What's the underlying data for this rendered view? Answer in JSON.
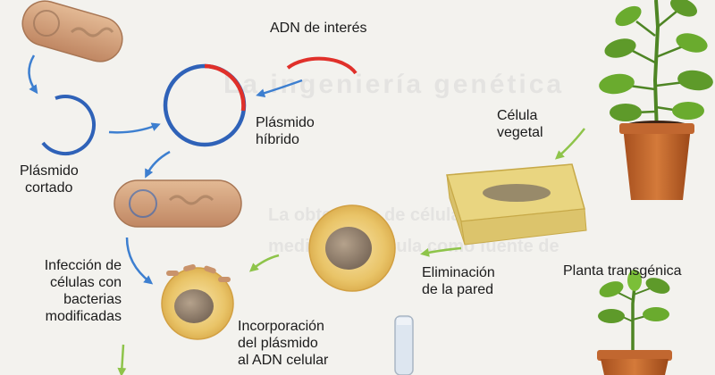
{
  "labels": {
    "adn_interes": "ADN de interés",
    "plasmido_hibrido": [
      "Plásmido",
      "híbrido"
    ],
    "plasmido_cortado": [
      "Plásmido",
      "cortado"
    ],
    "celula_vegetal": [
      "Célula",
      "vegetal"
    ],
    "infeccion": [
      "Infección de",
      "células con",
      "bacterias",
      "modificadas"
    ],
    "eliminacion": [
      "Eliminación",
      "de la pared"
    ],
    "planta_transgenica": "Planta transgénica",
    "incorporacion": [
      "Incorporación",
      "del plásmido",
      "al ADN celular"
    ]
  },
  "colors": {
    "arrow_blue": "#3d7fd0",
    "arrow_green": "#8ec44a",
    "plasmid_blue": "#2f62b8",
    "dna_red": "#e0302a",
    "bacterium": "#cf9e78",
    "cell": "#e7c270",
    "leaf": "#5e9a2a",
    "pot": "#c56a2e"
  }
}
